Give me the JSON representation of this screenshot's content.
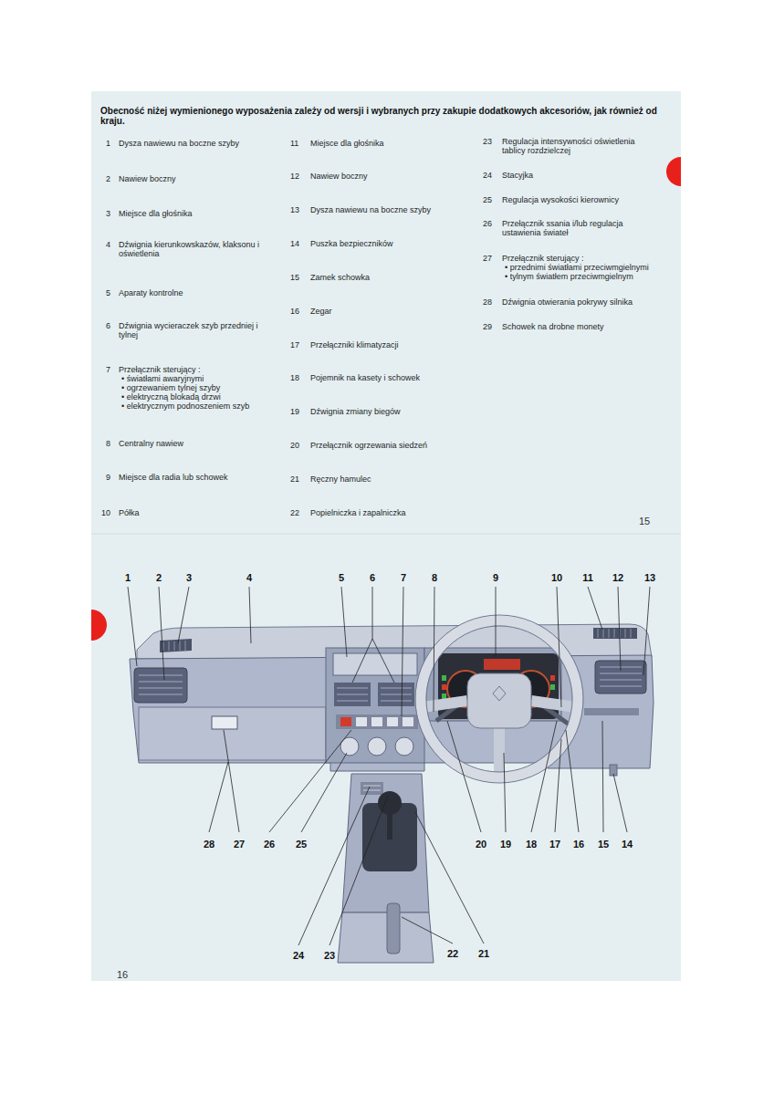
{
  "diagram": {
    "title": "Obecność niżej wymienionego wyposażenia zależy od wersji i wybranych przy zakupie dodatkowych akcesoriów, jak również od kraju.",
    "labels": [
      "1",
      "Dysza nawiewu na boczne szyby",
      "2",
      "Nawiew boczny",
      "3",
      "Miejsce dla głośnika",
      "4",
      "Dźwignia kierunkowskazów, klaksonu i oświetlenia",
      "5",
      "Aparaty kontrolne",
      "6",
      "Dźwignia wycieraczek szyb przedniej i tylnej",
      "7",
      "Przełącznik sterujący :",
      "• światłami awaryjnymi",
      "• ogrzewaniem tylnej szyby",
      "• elektryczną blokadą drzwi",
      "• elektrycznym podnoszeniem szyb",
      "8",
      "Centralny nawiew",
      "9",
      "Miejsce dla radia lub schowek",
      "10",
      "Półka",
      "11",
      "Miejsce dla głośnika",
      "12",
      "Nawiew boczny",
      "13",
      "Dysza nawiewu na boczne szyby",
      "14",
      "Puszka bezpieczników",
      "15",
      "Zamek schowka",
      "16",
      "Zegar",
      "17",
      "Przełączniki klimatyzacji",
      "18",
      "Pojemnik na kasety i schowek",
      "19",
      "Dźwignia zmiany biegów",
      "20",
      "Przełącznik ogrzewania siedzeń",
      "21",
      "Ręczny hamulec",
      "22",
      "Popielniczka i zapalniczka",
      "23",
      "Regulacja intensywności oświetlenia tablicy rozdzielczej",
      "24",
      "Stacyjka",
      "25",
      "Regulacja wysokości kierownicy",
      "26",
      "Przełącznik ssania i/lub regulacja ustawienia świateł",
      "27",
      "Przełącznik sterujący :",
      "• przednimi światłami przeciwmgielnymi",
      "• tylnym światłem przeciwmgielnym",
      "28",
      "Dźwignia otwierania pokrywy silnika",
      "29",
      "Schowek na drobne monety",
      "15",
      "1",
      "2",
      "3",
      "4",
      "5",
      "6",
      "7",
      "8",
      "9",
      "10",
      "11",
      "12",
      "13",
      "14",
      "15",
      "16",
      "17",
      "18",
      "19",
      "20",
      "21",
      "22",
      "23",
      "24",
      "25",
      "26",
      "27",
      "28",
      "16"
    ]
  }
}
